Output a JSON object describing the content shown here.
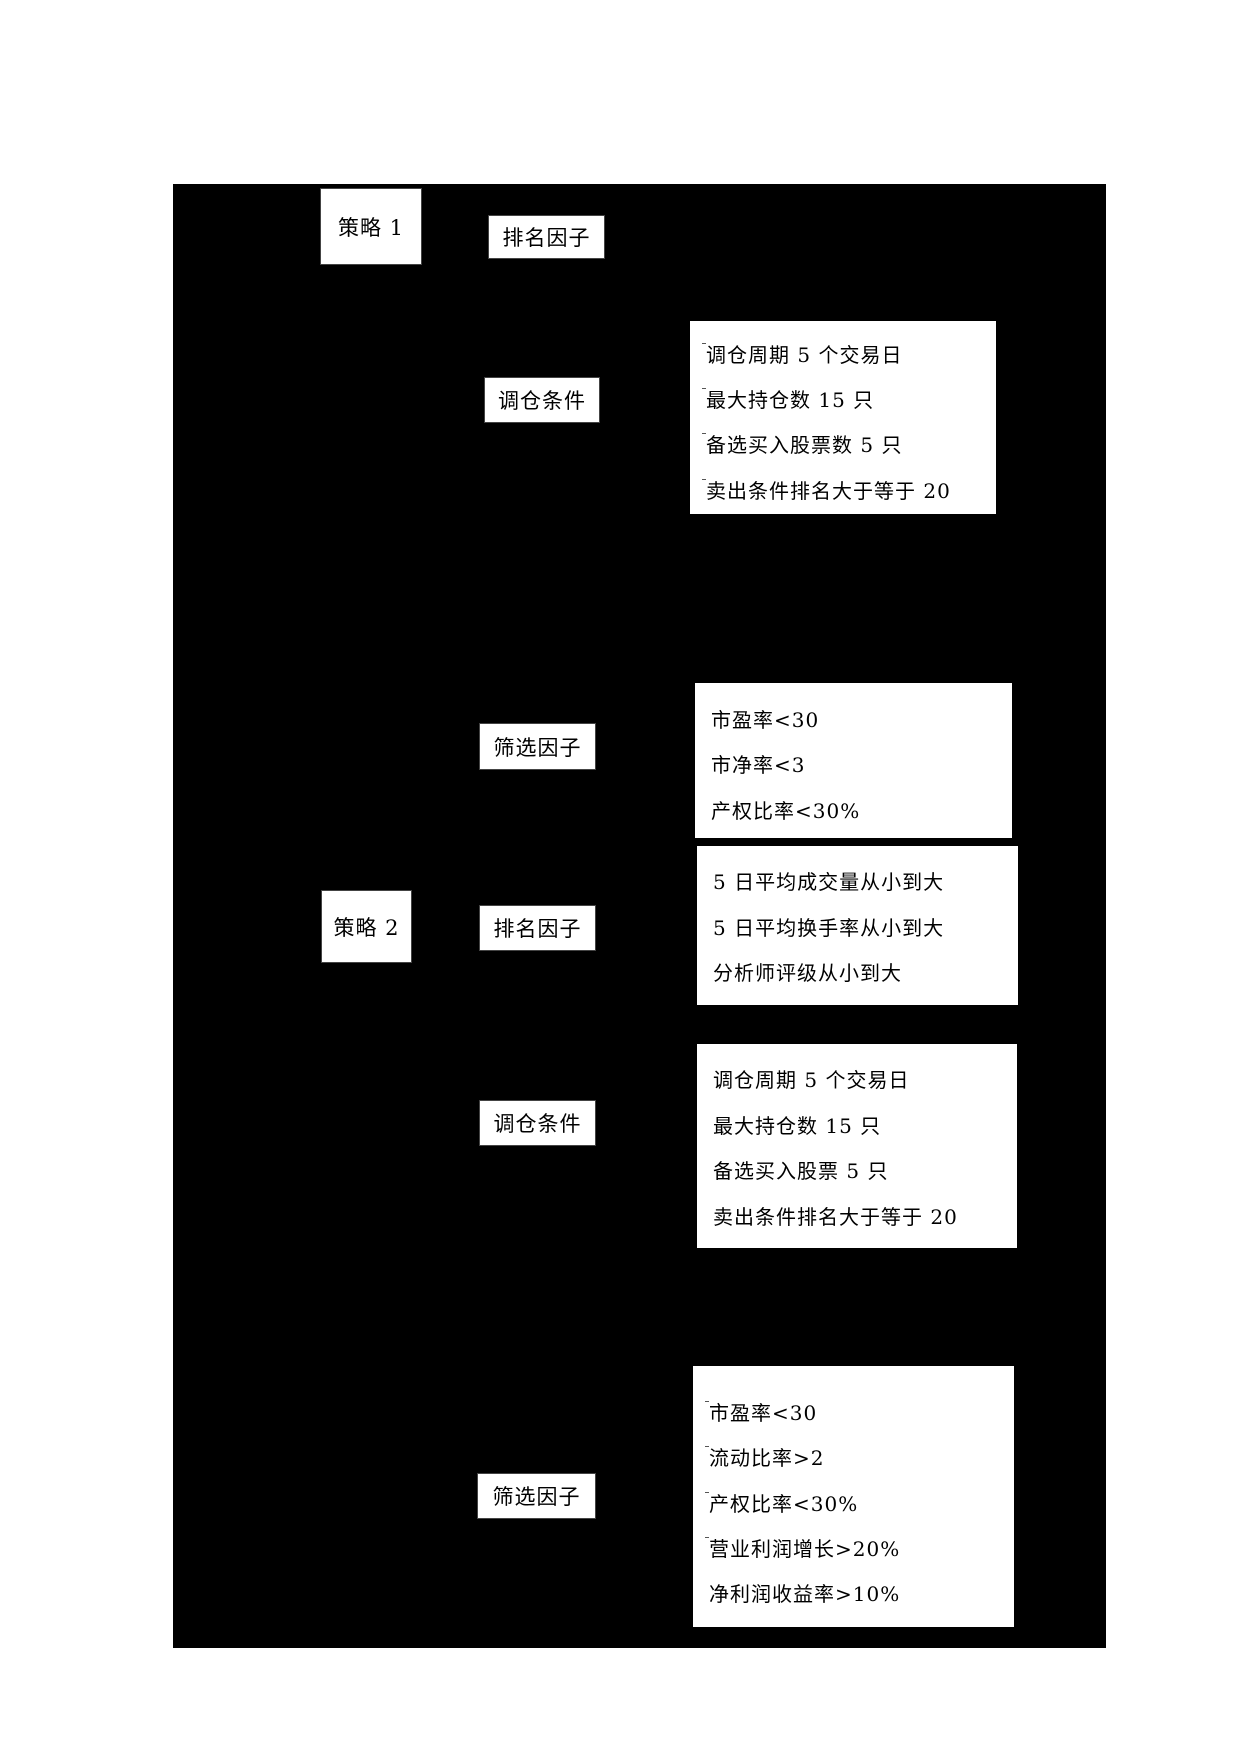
{
  "strategies": [
    {
      "label": "策略 1",
      "groups": [
        {
          "label": "排名因子",
          "items": []
        },
        {
          "label": "调仓条件",
          "items": [
            "调仓周期 5 个交易日",
            "最大持仓数 15 只",
            "备选买入股票数 5 只",
            "卖出条件排名大于等于 20"
          ]
        }
      ]
    },
    {
      "label": "策略 2",
      "groups": [
        {
          "label": "筛选因子",
          "items": [
            "市盈率<30",
            "市净率<3",
            "产权比率<30%"
          ]
        },
        {
          "label": "排名因子",
          "items": [
            "5 日平均成交量从小到大",
            "5 日平均换手率从小到大",
            "分析师评级从小到大"
          ]
        },
        {
          "label": "调仓条件",
          "items": [
            "调仓周期 5 个交易日",
            "最大持仓数 15 只",
            "备选买入股票 5 只",
            "卖出条件排名大于等于 20"
          ]
        }
      ]
    },
    {
      "groups": [
        {
          "label": "筛选因子",
          "items": [
            "市盈率<30",
            "流动比率>2",
            "产权比率<30%",
            "营业利润增长>20%",
            "净利润收益率>10%"
          ]
        }
      ]
    }
  ],
  "colors": {
    "background": "#000000",
    "box": "#ffffff",
    "text": "#000000"
  }
}
